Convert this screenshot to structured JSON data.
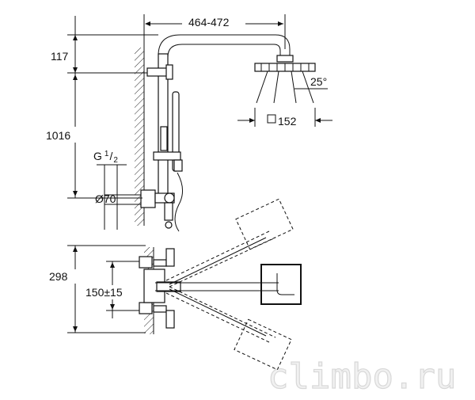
{
  "dimensions": {
    "arm_length": "464-472",
    "top_offset": "117",
    "riser_height": "1016",
    "thread": "G",
    "thread_num": "1",
    "thread_den": "2",
    "outlet_diameter": "Ø70",
    "spray_angle": "25°",
    "head_size": "152",
    "wall_depth": "298",
    "inlet_spacing": "150±15"
  },
  "watermark": "climbo.ru"
}
